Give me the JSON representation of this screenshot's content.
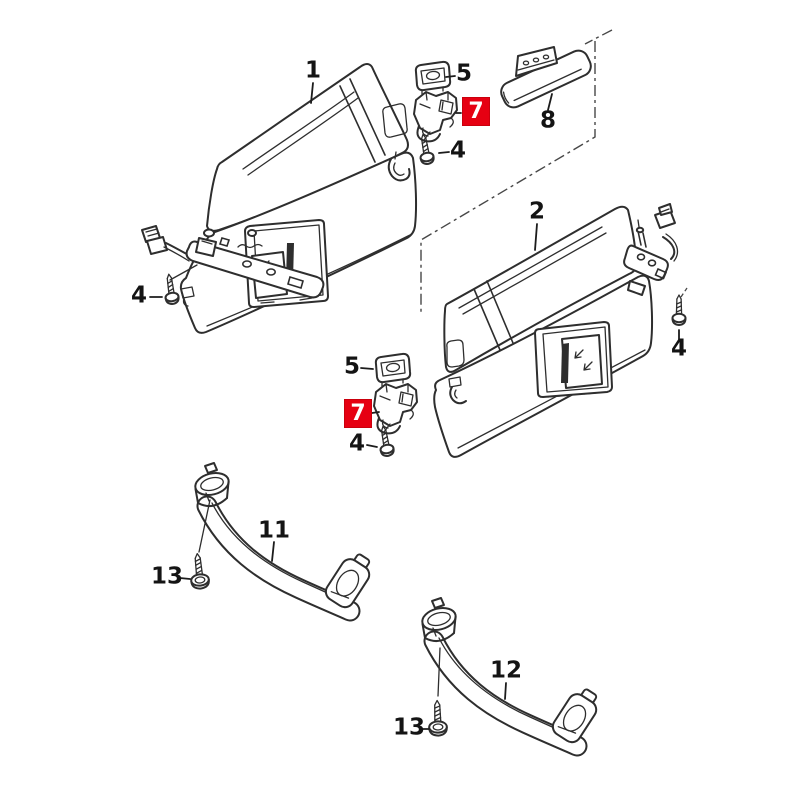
{
  "diagram": {
    "background": "#ffffff",
    "line_color": "#2e2e2e",
    "highlight": {
      "background": "#e60012",
      "text": "#ffffff"
    },
    "callouts": {
      "part1": {
        "label": "1"
      },
      "part2": {
        "label": "2"
      },
      "part4": {
        "label": "4"
      },
      "part5": {
        "label": "5"
      },
      "part7": {
        "label": "7",
        "highlighted": true
      },
      "part8": {
        "label": "8"
      },
      "part11": {
        "label": "11"
      },
      "part12": {
        "label": "12"
      },
      "part13": {
        "label": "13"
      }
    },
    "highlighted_parts": [
      "7"
    ]
  }
}
